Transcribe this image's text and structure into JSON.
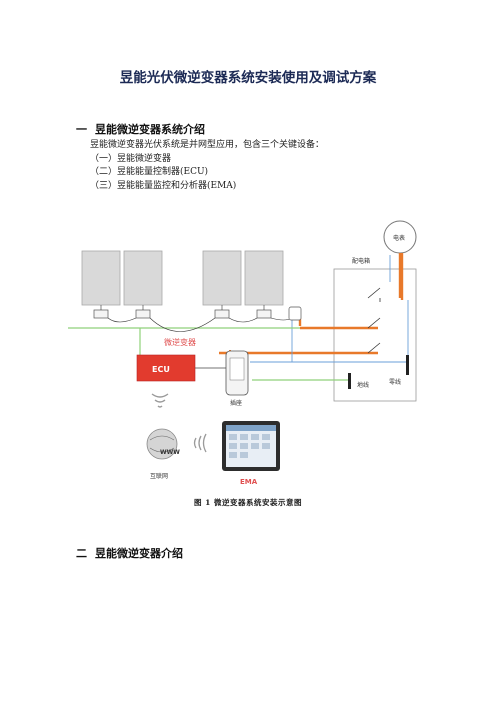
{
  "document": {
    "title": "昱能光伏微逆变器系统安装使用及调试方案",
    "section1": {
      "number": "一",
      "heading": "昱能微逆变器系统介绍",
      "intro": "昱能微逆变器光伏系统是并网型应用，包含三个关键设备：",
      "items": [
        "（一）昱能微逆变器",
        "（二）昱能能量控制器(ECU)",
        "（三）昱能能量监控和分析器(EMA)"
      ]
    },
    "figure": {
      "labels": {
        "meter": "电表",
        "distribution_box": "配电箱",
        "microinverter": "微逆变器",
        "ecu": "ECU",
        "socket": "插座",
        "ground": "地线",
        "neutral": "零线",
        "internet": "互联网",
        "www": "WWW",
        "ema": "EMA"
      },
      "caption": "图 1  微逆变器系统安装示意图"
    },
    "section2": {
      "number": "二",
      "heading": "昱能微逆变器介绍"
    }
  },
  "colors": {
    "title": "#1c2a55",
    "orange_wire": "#e8792a",
    "green_wire": "#8fd17a",
    "blue_wire": "#6a9fd8",
    "ecu_red": "#e23b2e",
    "label_red": "#e05050"
  }
}
